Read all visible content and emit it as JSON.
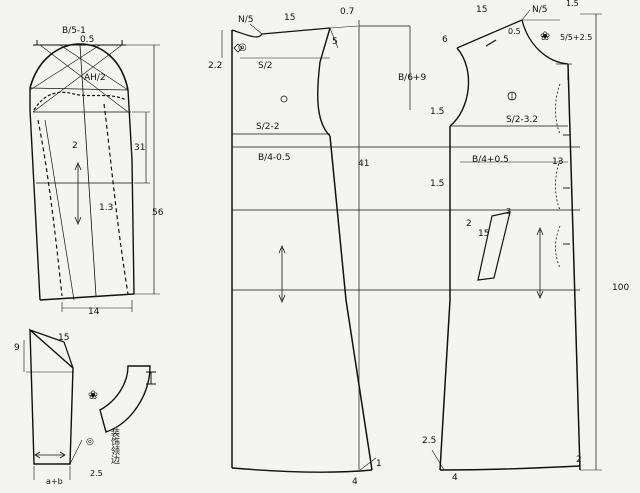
{
  "sleeve": {
    "top_width": "B/5-1",
    "cap_offset": "0.5",
    "armhole": "AH/2",
    "dart_mark": "2",
    "elbow": "31",
    "length": "56",
    "cuff_ease": "1.3",
    "cuff": "14"
  },
  "collar": {
    "height": "9",
    "top": "15",
    "bottom_a": "a+b",
    "bottom_b": "2.5",
    "trim_label": "装饰领边",
    "numeral": "I"
  },
  "back": {
    "neck": "N/5",
    "shoulder": "15",
    "shoulder_slope": "0.7",
    "shoulder_drop": "5",
    "neck_drop": "2.2",
    "shoulder_half": "S/2",
    "cross_back": "S/2-2",
    "bust": "B/4-0.5",
    "waist_len": "41"
  },
  "front": {
    "armhole_depth": "B/6+9",
    "shoulder": "15",
    "neck": "N/5",
    "ease": "1.5",
    "shoulder_drop": "6",
    "neck_depth": "0.5",
    "neck_width": "5/5+2.5",
    "armhole_ease": "1.5",
    "cross_front": "S/2-3.2",
    "bust": "B/4+0.5",
    "button_gap": "13",
    "pocket_ease": "1.5",
    "pocket_offset": "2",
    "pocket_top": "3",
    "pocket_len": "15",
    "total_len": "100",
    "hem_rise": "2.5",
    "hem_drop": "4",
    "hem_side": "2",
    "back_hem_rise": "1",
    "back_hem_drop": "4"
  }
}
